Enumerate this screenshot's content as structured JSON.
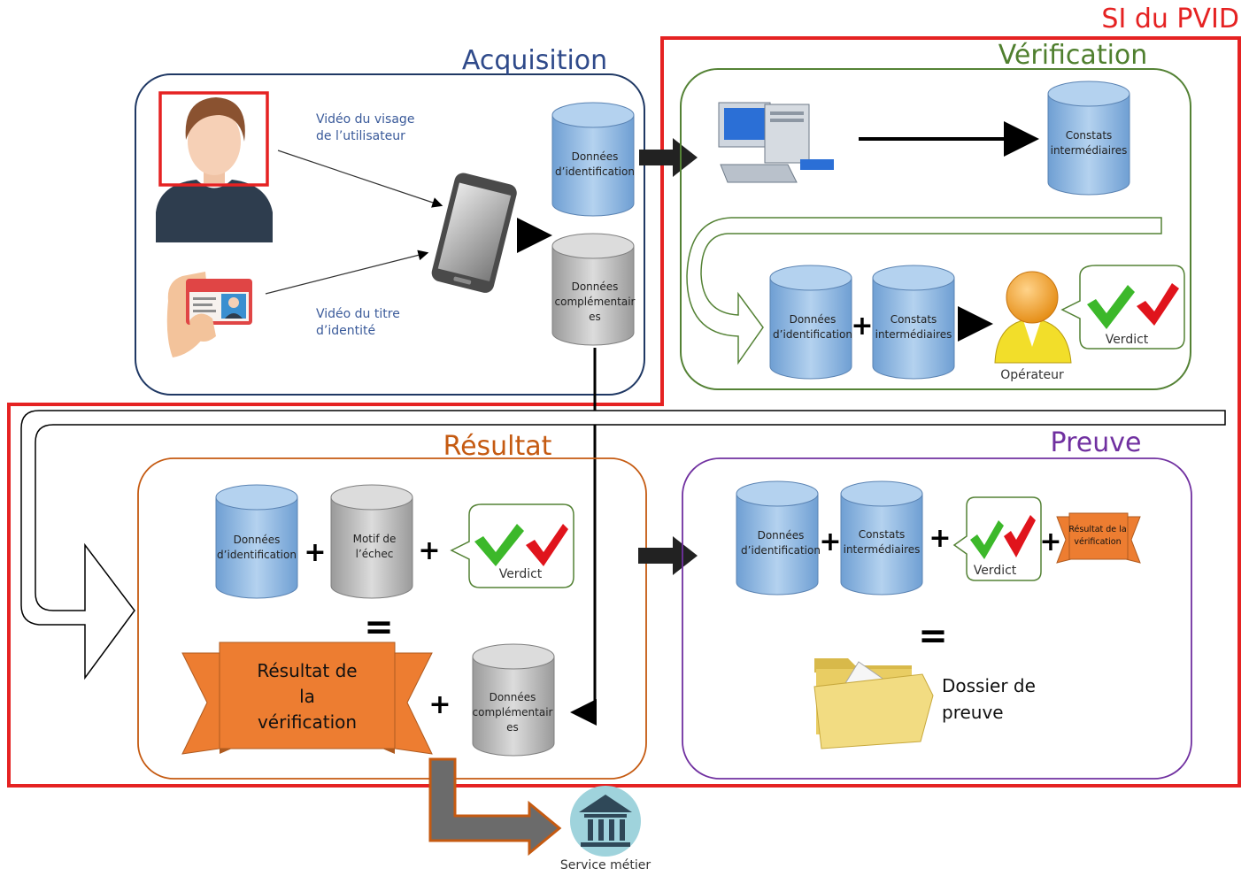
{
  "colors": {
    "si_frame": "#e52222",
    "acquisition": "#1f3864",
    "verification": "#548235",
    "resultat": "#c55a11",
    "preuve": "#7030a0",
    "db_blue": "#9dc3e6",
    "db_gray": "#bfbfbf",
    "ribbon": "#ed7d31",
    "check_green": "#3cb82a",
    "check_red": "#e0141c"
  },
  "si": {
    "title": "SI du PVID"
  },
  "acquisition": {
    "title": "Acquisition",
    "video_face": [
      "Vidéo du visage",
      "de l’utilisateur"
    ],
    "video_id": [
      "Vidéo du titre",
      "d’identité"
    ],
    "db_ident": [
      "Données",
      "d’identification"
    ],
    "db_compl": [
      "Données",
      "complémentair",
      "es"
    ]
  },
  "verification": {
    "title": "Vérification",
    "db_constats": [
      "Constats",
      "intermédiaires"
    ],
    "db_ident": [
      "Données",
      "d’identification"
    ],
    "db_constats2": [
      "Constats",
      "intermédiaires"
    ],
    "operator": "Opérateur",
    "verdict": "Verdict",
    "plus": "+"
  },
  "resultat": {
    "title": "Résultat",
    "db_ident": [
      "Données",
      "d’identification"
    ],
    "db_motif": [
      "Motif de",
      "l’échec"
    ],
    "verdict": "Verdict",
    "ribbon": [
      "Résultat de",
      "la",
      "vérification"
    ],
    "db_compl": [
      "Données",
      "complémentair",
      "es"
    ],
    "plus": "+",
    "equals": "="
  },
  "preuve": {
    "title": "Preuve",
    "db_ident": [
      "Données",
      "d’identification"
    ],
    "db_constats": [
      "Constats",
      "intermédiaires"
    ],
    "verdict": "Verdict",
    "badge": [
      "Résultat de la",
      "vérification"
    ],
    "dossier": [
      "Dossier de",
      "preuve"
    ],
    "plus": "+",
    "equals": "="
  },
  "service": {
    "label": "Service métier"
  }
}
